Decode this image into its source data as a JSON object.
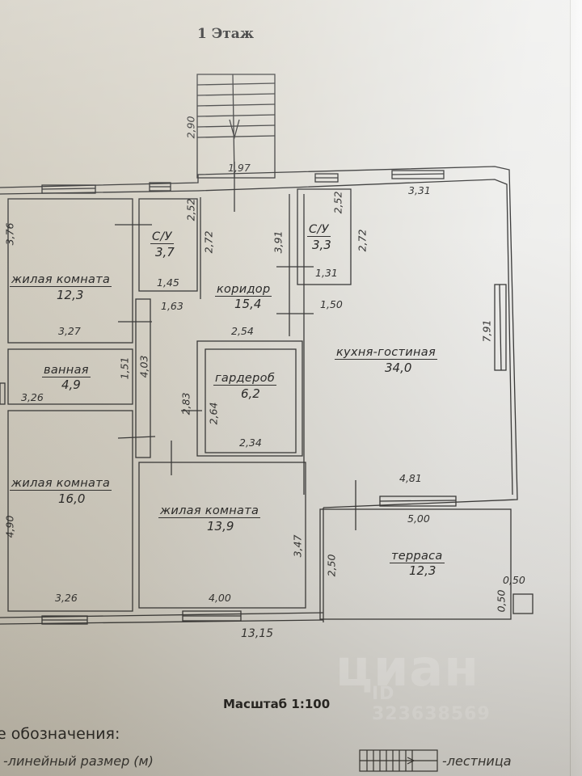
{
  "document": {
    "title": "1 Этаж",
    "scale": "Масштаб 1:100",
    "overall_width": "13,15"
  },
  "rooms": [
    {
      "id": "living-1",
      "name": "жилая комната",
      "area": "12,3",
      "dims": [
        "3,76",
        "3,27"
      ]
    },
    {
      "id": "wc-1",
      "name": "С/У",
      "area": "3,7",
      "dims": [
        "2,52",
        "1,45"
      ]
    },
    {
      "id": "corridor",
      "name": "коридор",
      "area": "15,4",
      "dims": [
        "2,72",
        "1,63",
        "2,54",
        "4,03",
        "3,91"
      ]
    },
    {
      "id": "wc-2",
      "name": "С/У",
      "area": "3,3",
      "dims": [
        "2,52",
        "1,31"
      ]
    },
    {
      "id": "kitchen-living",
      "name": "кухня-гостиная",
      "area": "34,0",
      "dims": [
        "3,31",
        "2,72",
        "1,50",
        "7,91",
        "4,81"
      ]
    },
    {
      "id": "bathroom",
      "name": "ванная",
      "area": "4,9",
      "dims": [
        "1,51",
        "3,26"
      ]
    },
    {
      "id": "wardrobe",
      "name": "гардероб",
      "area": "6,2",
      "dims": [
        "2,83",
        "2,64",
        "2,34"
      ]
    },
    {
      "id": "living-2",
      "name": "жилая комната",
      "area": "16,0",
      "dims": [
        "4,90",
        "3,26"
      ]
    },
    {
      "id": "living-3",
      "name": "жилая комната",
      "area": "13,9",
      "dims": [
        "3,47",
        "4,00"
      ]
    },
    {
      "id": "terrace",
      "name": "терраса",
      "area": "12,3",
      "dims": [
        "5,00",
        "2,50",
        "0,50",
        "0,50"
      ]
    }
  ],
  "stair": {
    "dims": [
      "2,90",
      "1,97"
    ]
  },
  "legend": {
    "title": "е обозначения:",
    "items": [
      {
        "label": "-линейный размер (м)"
      },
      {
        "label": "-лестница"
      }
    ]
  },
  "watermark": {
    "brand": "циан",
    "id": "ID 323638569"
  }
}
